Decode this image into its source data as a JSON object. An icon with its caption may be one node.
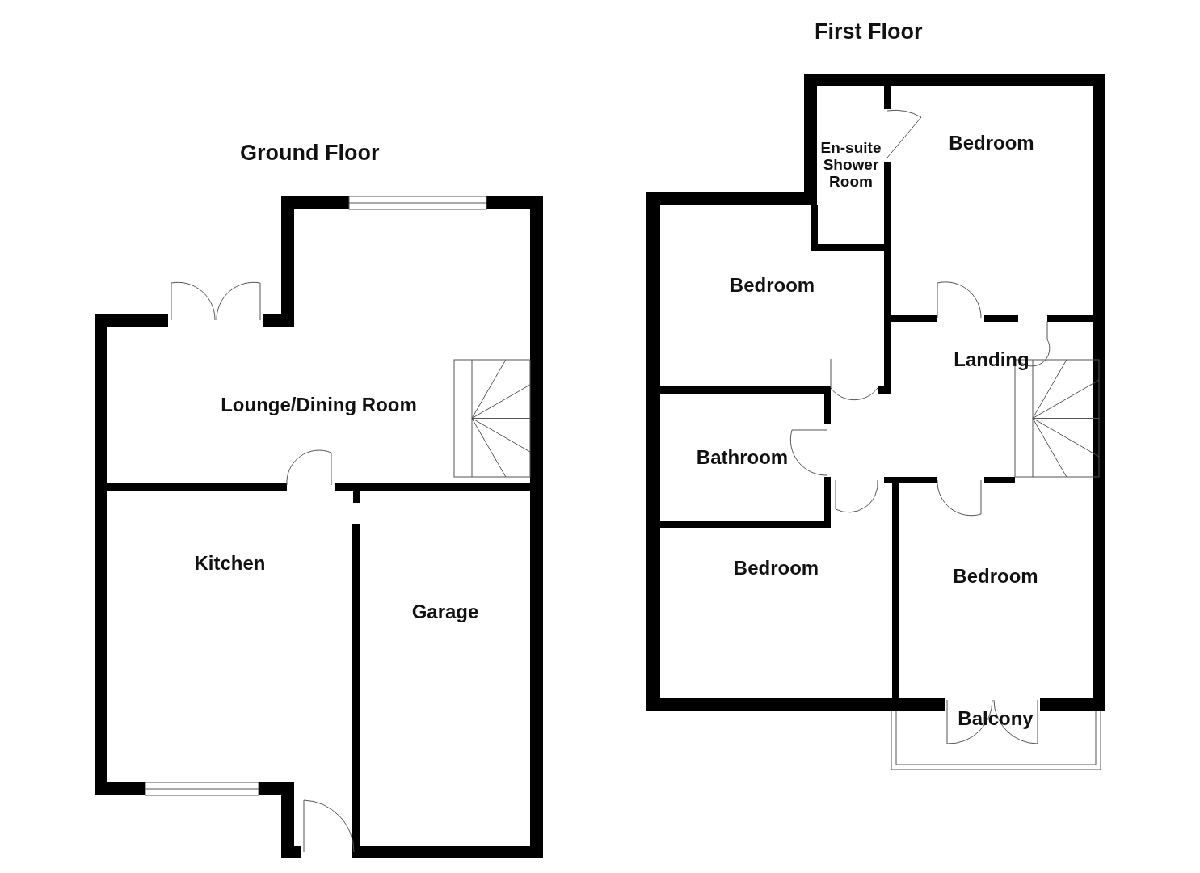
{
  "diagram": {
    "nodes": [
      {
        "text": [
          "Lounge/Dining Room"
        ]
      },
      {
        "text": [
          "Kitchen"
        ]
      },
      {
        "text": [
          "Garage"
        ]
      },
      {
        "text": [
          "En-suite Shower Room"
        ]
      },
      {
        "text": [
          "Bedroom"
        ]
      },
      {
        "text": [
          "Bedroom"
        ]
      },
      {
        "text": [
          "Landing"
        ]
      },
      {
        "text": [
          "Bathroom"
        ]
      },
      {
        "text": [
          "Bedroom"
        ]
      },
      {
        "text": [
          "Bedroom"
        ]
      },
      {
        "text": [
          "Balcony"
        ]
      }
    ],
    "labels": [
      "Ground Floor",
      "First Floor"
    ]
  }
}
